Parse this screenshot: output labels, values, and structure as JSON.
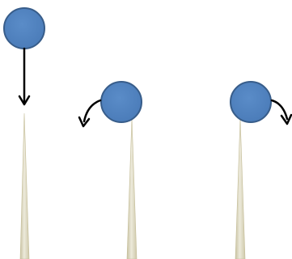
{
  "colors": {
    "ball_fill": "#4f81bd",
    "ball_stroke": "#385d8a",
    "spike_fill": "#ddd9c3",
    "spike_edge": "#c4bd97",
    "arrow": "#000000",
    "background": "#ffffff"
  },
  "panels": [
    {
      "id": "dropping",
      "ball_state": "above-spike",
      "arrow": "straight-down"
    },
    {
      "id": "balanced-tipping-left",
      "ball_state": "on-spike-tip",
      "arrow": "curved-left"
    },
    {
      "id": "balanced-tipping-right",
      "ball_state": "on-spike-tip",
      "arrow": "curved-right"
    }
  ]
}
